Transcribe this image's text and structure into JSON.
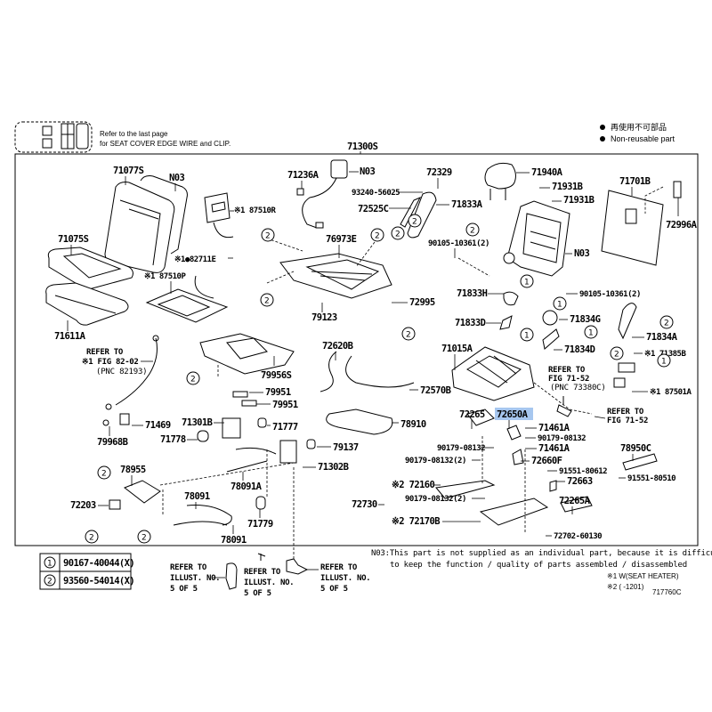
{
  "header": {
    "refer_line1": "Refer to the last page",
    "refer_line2": "for SEAT COVER EDGE WIRE and CLIP.",
    "assembly_number": "71300S",
    "legend_jp": "再使用不可部品",
    "legend_en": "Non-reusable part",
    "highlight_color": "#a7c7ef"
  },
  "parts": [
    {
      "id": "71077S",
      "text": "71077S"
    },
    {
      "id": "N03-a",
      "text": "N03"
    },
    {
      "id": "71075S",
      "text": "71075S"
    },
    {
      "id": "71611A",
      "text": "71611A"
    },
    {
      "id": "87510R",
      "text": "※1 87510R"
    },
    {
      "id": "82711E",
      "text": "※1●82711E"
    },
    {
      "id": "87510P",
      "text": "※1 87510P"
    },
    {
      "id": "71236A",
      "text": "71236A"
    },
    {
      "id": "N03-b",
      "text": "N03"
    },
    {
      "id": "76973E",
      "text": "76973E"
    },
    {
      "id": "79123",
      "text": "79123"
    },
    {
      "id": "72329",
      "text": "72329"
    },
    {
      "id": "93240-56025",
      "text": "93240-56025"
    },
    {
      "id": "72525C",
      "text": "72525C"
    },
    {
      "id": "71833A",
      "text": "71833A"
    },
    {
      "id": "90105-10361-a",
      "text": "90105-10361(2)"
    },
    {
      "id": "72995",
      "text": "72995"
    },
    {
      "id": "71940A",
      "text": "71940A"
    },
    {
      "id": "71931B-a",
      "text": "71931B"
    },
    {
      "id": "71931B-b",
      "text": "71931B"
    },
    {
      "id": "N03-c",
      "text": "N03"
    },
    {
      "id": "71701B",
      "text": "71701B"
    },
    {
      "id": "72996A",
      "text": "72996A"
    },
    {
      "id": "71833H",
      "text": "71833H"
    },
    {
      "id": "90105-10361-b",
      "text": "90105-10361(2)"
    },
    {
      "id": "71833D",
      "text": "71833D"
    },
    {
      "id": "71834G",
      "text": "71834G"
    },
    {
      "id": "71834D",
      "text": "71834D"
    },
    {
      "id": "71834A",
      "text": "71834A"
    },
    {
      "id": "71385B",
      "text": "※1 71385B"
    },
    {
      "id": "87501A",
      "text": "※1 87501A"
    },
    {
      "id": "71015A",
      "text": "71015A"
    },
    {
      "id": "79956S",
      "text": "79956S"
    },
    {
      "id": "79951-a",
      "text": "79951"
    },
    {
      "id": "79951-b",
      "text": "79951"
    },
    {
      "id": "72620B",
      "text": "72620B"
    },
    {
      "id": "72570B",
      "text": "72570B"
    },
    {
      "id": "71469",
      "text": "71469"
    },
    {
      "id": "79968B",
      "text": "79968B"
    },
    {
      "id": "71301B",
      "text": "71301B"
    },
    {
      "id": "71778",
      "text": "71778"
    },
    {
      "id": "71777",
      "text": "71777"
    },
    {
      "id": "78910",
      "text": "78910"
    },
    {
      "id": "79137",
      "text": "79137"
    },
    {
      "id": "71302B",
      "text": "71302B"
    },
    {
      "id": "78955",
      "text": "78955"
    },
    {
      "id": "72203",
      "text": "72203"
    },
    {
      "id": "78091A",
      "text": "78091A"
    },
    {
      "id": "78091-a",
      "text": "78091"
    },
    {
      "id": "71779",
      "text": "71779"
    },
    {
      "id": "78091-b",
      "text": "78091"
    },
    {
      "id": "72265",
      "text": "72265"
    },
    {
      "id": "72650A",
      "text": "72650A",
      "highlighted": true
    },
    {
      "id": "71461A-a",
      "text": "71461A"
    },
    {
      "id": "90179-08132-a",
      "text": "90179-08132"
    },
    {
      "id": "90179-08132-b",
      "text": "90179-08132"
    },
    {
      "id": "71461A-b",
      "text": "71461A"
    },
    {
      "id": "90179-08132-c",
      "text": "90179-08132(2)"
    },
    {
      "id": "72660F",
      "text": "72660F"
    },
    {
      "id": "72160",
      "text": "※2 72160"
    },
    {
      "id": "72730",
      "text": "72730"
    },
    {
      "id": "90179-08132-d",
      "text": "90179-08132(2)"
    },
    {
      "id": "72170B",
      "text": "※2 72170B"
    },
    {
      "id": "91551-80612",
      "text": "91551-80612"
    },
    {
      "id": "72663",
      "text": "72663"
    },
    {
      "id": "72265A",
      "text": "72265A"
    },
    {
      "id": "72702-60130",
      "text": "72702-60130"
    },
    {
      "id": "78950C",
      "text": "78950C"
    },
    {
      "id": "91551-80510",
      "text": "91551-80510"
    }
  ],
  "references": {
    "fig82": {
      "line1": "REFER TO",
      "line2": "※1 FIG 82-02",
      "line3": "(PNC 82193)"
    },
    "fig71_a": {
      "line1": "REFER TO",
      "line2": "FIG 71-52",
      "line3": "(PNC 73380C)"
    },
    "fig71_b": {
      "line1": "REFER TO",
      "line2": "FIG 71-52"
    },
    "illust1": {
      "line1": "REFER TO",
      "line2": "ILLUST. NO.",
      "line3": "5 OF 5"
    },
    "illust2": {
      "line1": "REFER TO",
      "line2": "ILLUST. NO.",
      "line3": "5 OF 5"
    },
    "illust3": {
      "line1": "REFER TO",
      "line2": "ILLUST. NO.",
      "line3": "5 OF 5"
    }
  },
  "callout_table": [
    {
      "num": "1",
      "part": "90167-40044(X)"
    },
    {
      "num": "2",
      "part": "93560-54014(X)"
    }
  ],
  "notes": {
    "n03_line1": "N03:This part is not supplied as an individual part, because it is difficult",
    "n03_line2": "to keep the function / quality of parts assembled / disassembled",
    "note1": "※1 W(SEAT HEATER)",
    "note2": "※2 (    -1201)",
    "diagram_id": "717760C"
  }
}
